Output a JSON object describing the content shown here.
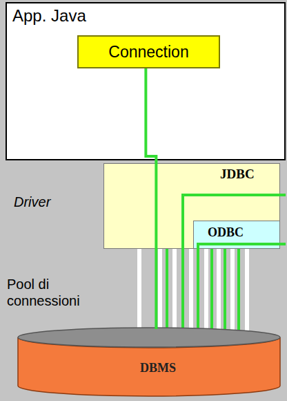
{
  "diagram": {
    "nodes": [
      {
        "text": [
          "App. Java"
        ]
      },
      {
        "text": [
          "Connection"
        ],
        "in": 0
      },
      {
        "text": [
          "JDBC"
        ]
      },
      {
        "text": [
          "ODBC"
        ],
        "in": 2
      },
      {
        "text": [
          "DBMS"
        ]
      }
    ],
    "edges": [
      {
        "from": 1,
        "to": 4,
        "arrow": "none"
      }
    ],
    "labels": [
      "Driver",
      "Pool di connessioni"
    ]
  }
}
